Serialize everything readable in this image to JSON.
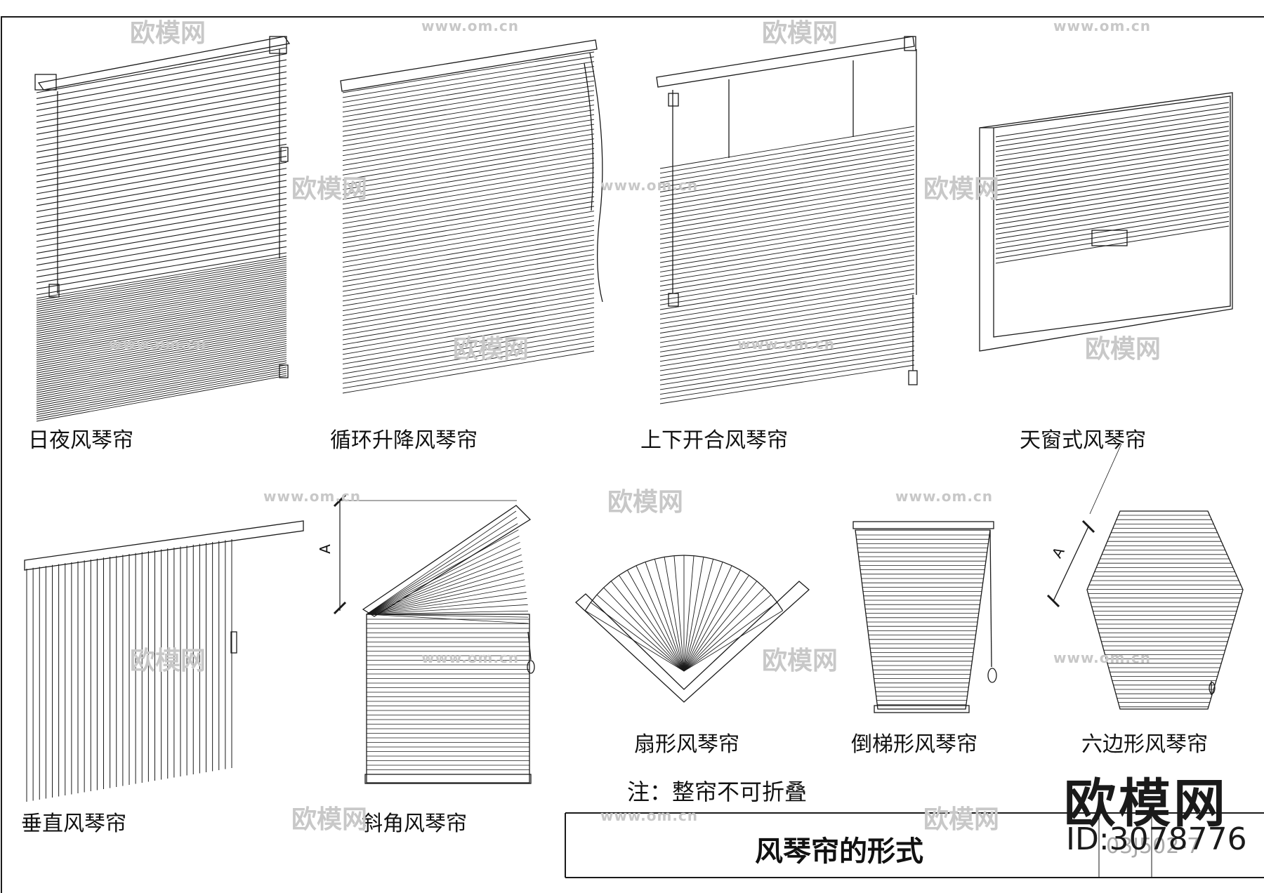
{
  "labels": {
    "day_night": "日夜风琴帘",
    "circular_lift": "循环升降风琴帘",
    "top_down_bottom_up": "上下开合风琴帘",
    "skylight": "天窗式风琴帘",
    "vertical": "垂直风琴帘",
    "angled": "斜角风琴帘",
    "fan": "扇形风琴帘",
    "inverted_trapezoid": "倒梯形风琴帘",
    "hexagon": "六边形风琴帘"
  },
  "dimension_mark": "A",
  "note": "注：整帘不可折叠",
  "title_block": {
    "title": "风琴帘的形式",
    "drawing_code": "03J502-7"
  },
  "watermark": {
    "brand": "欧模网",
    "url": "www.om.cn",
    "id": "ID:3078776"
  }
}
